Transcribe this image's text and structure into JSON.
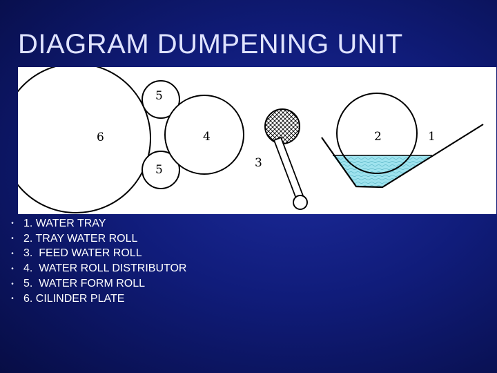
{
  "slide": {
    "title": "DIAGRAM DUMPENING UNIT"
  },
  "diagram": {
    "labels": {
      "cylinder_plate": "6",
      "form_roll_top": "5",
      "form_roll_bottom": "5",
      "distributor_roll": "4",
      "feed_roll": "3",
      "tray_roll": "2",
      "water_tray": "1"
    }
  },
  "legend": {
    "bullet_symbol": "•",
    "items": [
      "1. WATER TRAY",
      "2. TRAY WATER ROLL",
      "3.  FEED WATER ROLL",
      "4.  WATER ROLL DISTRIBUTOR",
      "5.  WATER FORM ROLL",
      "6. CILINDER PLATE"
    ]
  },
  "colors": {
    "background": "#101c7a",
    "water": "#9fe3ee",
    "title": "#dfe3ff"
  }
}
